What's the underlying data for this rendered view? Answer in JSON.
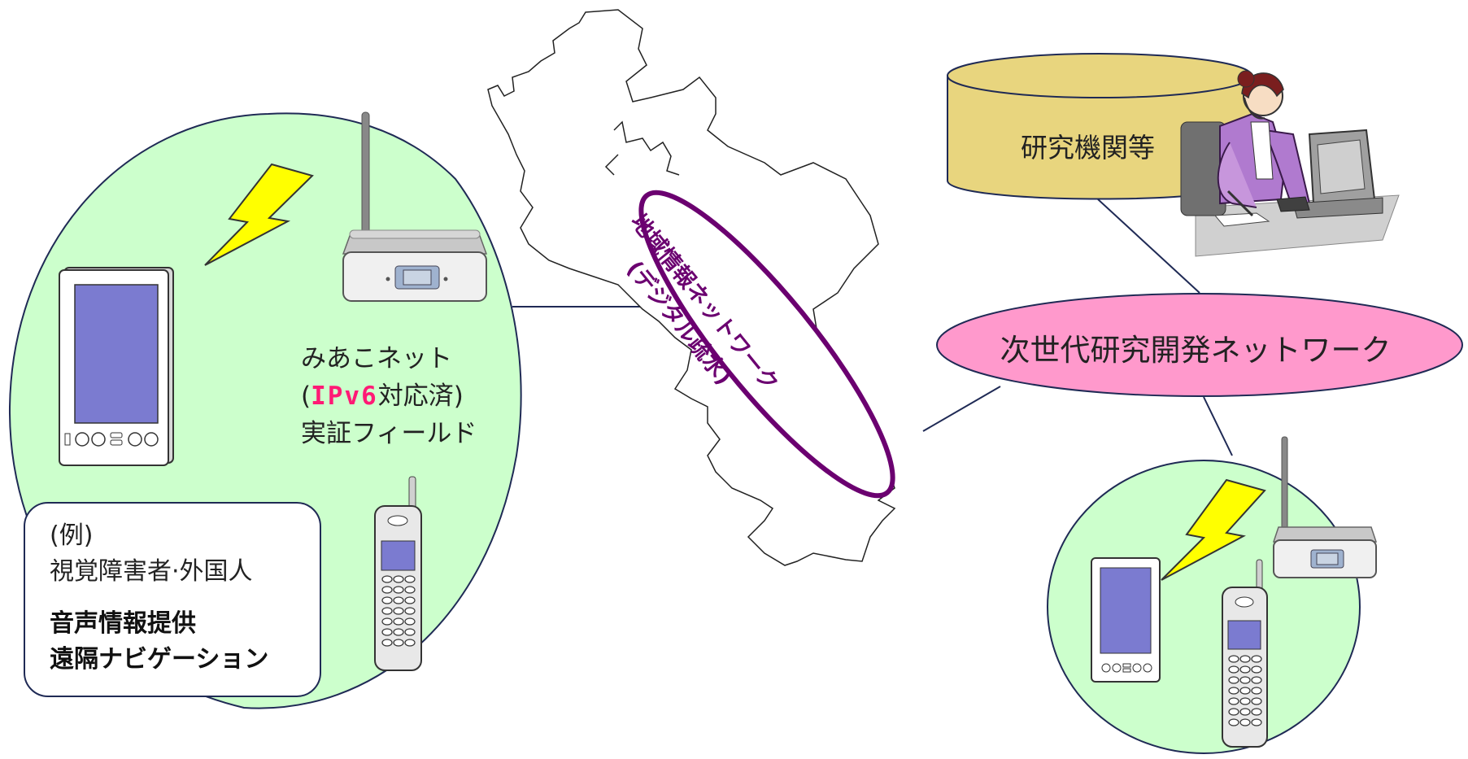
{
  "field": {
    "name_line1": "みあこネット",
    "open_paren": "(",
    "ipv6": "IPv6",
    "name_line2_rest": "対応済)",
    "name_line3": "実証フィールド"
  },
  "example": {
    "line1": "(例)",
    "line2": "視覚障害者·外国人",
    "line3": "音声情報提供",
    "line4": "遠隔ナビゲーション"
  },
  "research_org": {
    "label": "研究機関等"
  },
  "next_gen_network": {
    "label": "次世代研究開発ネットワーク"
  },
  "regional_network": {
    "line1": "地域情報ネットワーク",
    "line2": "(デジタル疏水)"
  },
  "colors": {
    "field_fill": "#ccffcc",
    "ellipse_pink": "#ff99cc",
    "regional_outline": "#6b0070",
    "cylinder_fill": "#e8d57e",
    "ipv6_accent": "#ff1a75",
    "lightning": "#ffff00",
    "screen": "#7b7bd0"
  },
  "icons": [
    "lightning-icon",
    "pda-icon",
    "wireless-router-icon",
    "mobile-phone-icon",
    "operator-workstation-icon",
    "kyoto-map-outline"
  ]
}
